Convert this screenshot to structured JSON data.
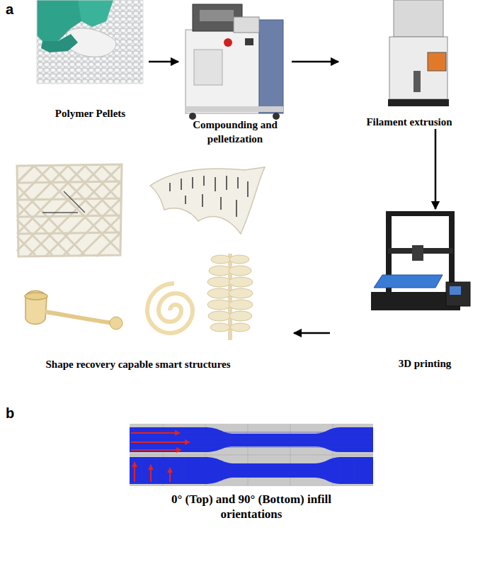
{
  "diagram": {
    "nodes": [
      {
        "text": [
          "Polymer Pellets"
        ]
      },
      {
        "text": [
          "Compounding and pelletization"
        ]
      },
      {
        "text": [
          "Filament extrusion"
        ]
      },
      {
        "text": [
          "3D printing"
        ]
      },
      {
        "text": [
          "Shape recovery capable smart structures"
        ]
      }
    ],
    "edges": [
      {
        "from": 0,
        "to": 1,
        "arrow": "to"
      },
      {
        "from": 1,
        "to": 2,
        "arrow": "to"
      },
      {
        "from": 2,
        "to": 3,
        "arrow": "to"
      },
      {
        "from": 3,
        "to": 4,
        "arrow": "to"
      }
    ],
    "labels": [
      "a",
      "b",
      "0° (Top) and 90° (Bottom) infill orientations"
    ]
  }
}
